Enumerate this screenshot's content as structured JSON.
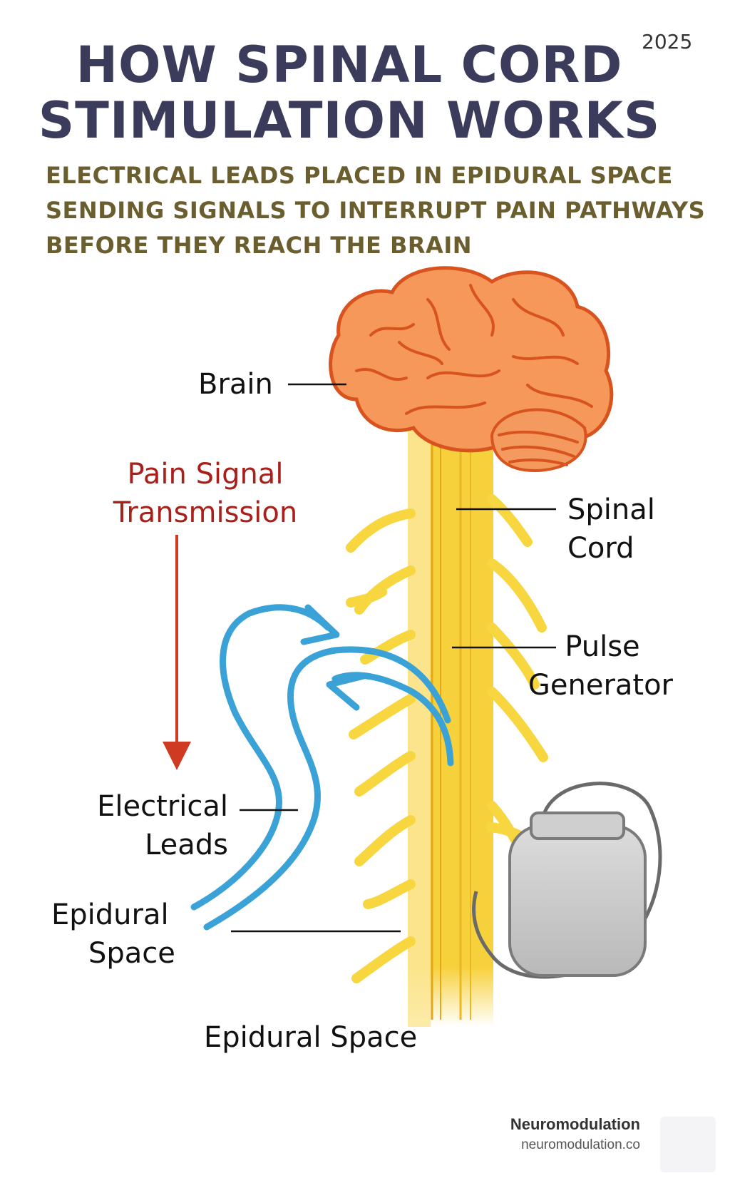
{
  "header": {
    "title_line1": "HOW SPINAL CORD",
    "title_line2": "STIMULATION WORKS",
    "year": "2025",
    "subtitle_line1": "ELECTRICAL LEADS PLACED IN EPIDURAL SPACE",
    "subtitle_line2": "SENDING SIGNALS TO INTERRUPT PAIN PATHWAYS",
    "subtitle_line3": "BEFORE THEY REACH THE BRAIN"
  },
  "labels": {
    "brain": "Brain",
    "pain_signal_line1": "Pain Signal",
    "pain_signal_line2": "Transmission",
    "spinal_cord_line1": "Spinal",
    "spinal_cord_line2": "Cord",
    "pulse_generator_line1": "Pulse",
    "pulse_generator_line2": "Generator",
    "electrical_leads_line1": "Electrical",
    "electrical_leads_line2": "Leads",
    "epidural_space_line1": "Epidural",
    "epidural_space_line2": "Space",
    "epidural_space_bottom": "Epidural Space"
  },
  "brand": {
    "name": "Neuromodulation",
    "url": "neuromodulation.co"
  },
  "colors": {
    "title": "#3b3b5c",
    "subtitle": "#6b5e2e",
    "brain_fill": "#f5985a",
    "brain_stroke": "#d9531e",
    "spine": "#f7d13c",
    "nerves": "#f7d640",
    "leads": "#3aa2d6",
    "pain_arrow": "#cf3a22",
    "generator": "#c8c8c8"
  }
}
